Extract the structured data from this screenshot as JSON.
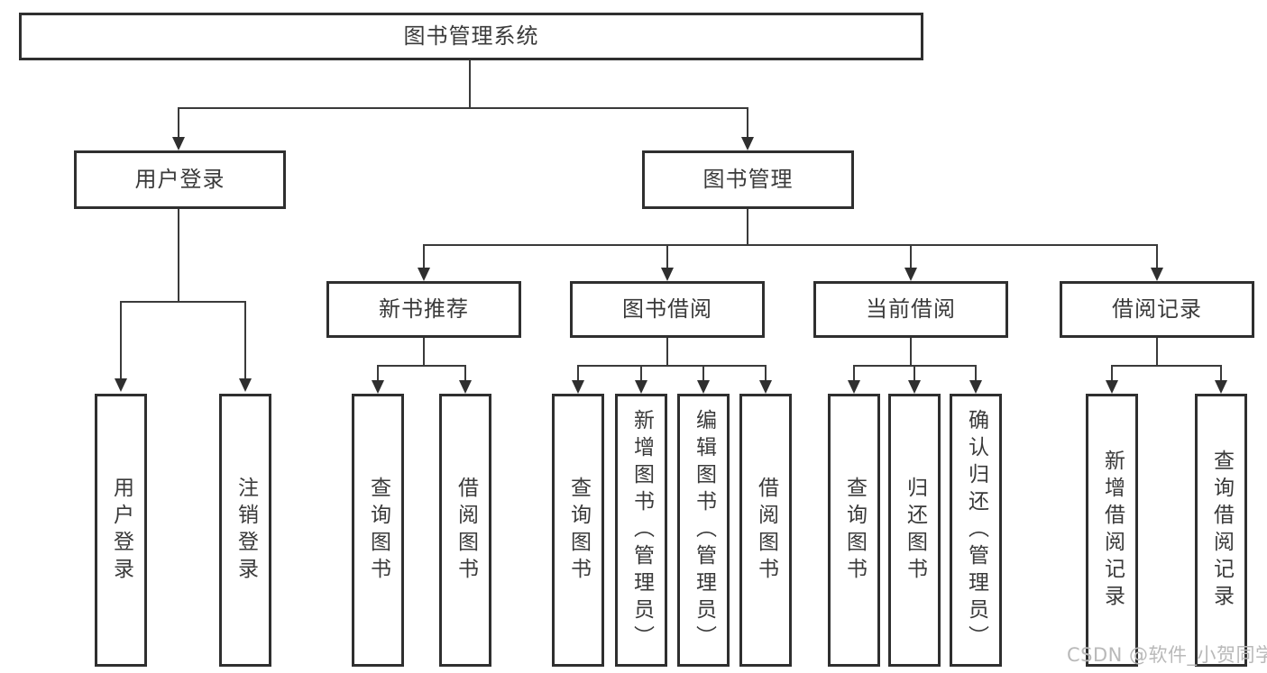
{
  "diagram": {
    "root": {
      "label": "图书管理系统"
    },
    "level2": [
      {
        "label": "用户登录"
      },
      {
        "label": "图书管理"
      }
    ],
    "level3": [
      {
        "label": "新书推荐"
      },
      {
        "label": "图书借阅"
      },
      {
        "label": "当前借阅"
      },
      {
        "label": "借阅记录"
      }
    ],
    "leaves": [
      {
        "label": "用户登录"
      },
      {
        "label": "注销登录"
      },
      {
        "label": "查询图书"
      },
      {
        "label": "借阅图书"
      },
      {
        "label": "查询图书"
      },
      {
        "label": "新增图书（管理员）"
      },
      {
        "label": "编辑图书（管理员）"
      },
      {
        "label": "借阅图书"
      },
      {
        "label": "查询图书"
      },
      {
        "label": "归还图书"
      },
      {
        "label": "确认归还（管理员）"
      },
      {
        "label": "新增借阅记录"
      },
      {
        "label": "查询借阅记录"
      }
    ]
  },
  "watermark": "CSDN @软件_小贺同学",
  "colors": {
    "line": "#3a3a3a",
    "border": "#2f2f2f",
    "text": "#3a3a3a",
    "watermark": "#b9b9b9",
    "background": "#ffffff"
  }
}
